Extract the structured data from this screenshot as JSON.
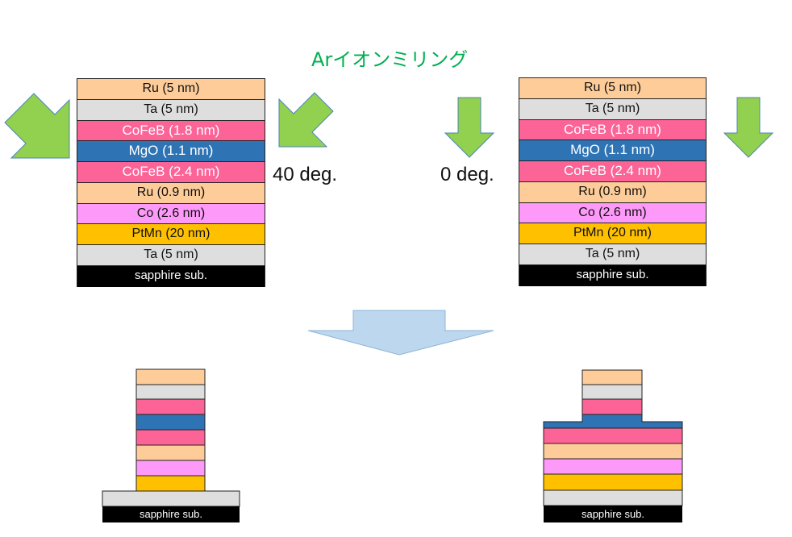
{
  "title": "Arイオンミリング",
  "colors": {
    "ru": "#fdcc99",
    "ta": "#dedede",
    "cofeb": "#fc6396",
    "mgo": "#2e74b5",
    "co": "#fd99f8",
    "ptmn": "#ffc000",
    "sub": "#000000",
    "arrow_green": "#92d050",
    "arrow_green_outline": "#4a86b0",
    "process_arrow": "#bdd7ee",
    "title_green": "#00b050"
  },
  "stack_layers": [
    {
      "label": "Ru (5 nm)",
      "material": "ru"
    },
    {
      "label": "Ta (5 nm)",
      "material": "ta"
    },
    {
      "label": "CoFeB (1.8 nm)",
      "material": "cofeb"
    },
    {
      "label": "MgO (1.1 nm)",
      "material": "mgo"
    },
    {
      "label": "CoFeB (2.4 nm)",
      "material": "cofeb"
    },
    {
      "label": "Ru (0.9 nm)",
      "material": "ru"
    },
    {
      "label": "Co (2.6 nm)",
      "material": "co"
    },
    {
      "label": "PtMn (20 nm)",
      "material": "ptmn"
    },
    {
      "label": "Ta (5 nm)",
      "material": "ta"
    },
    {
      "label": "sapphire sub.",
      "material": "sub"
    }
  ],
  "left": {
    "angle_label": "40 deg.",
    "substrate_label": "sapphire sub."
  },
  "right": {
    "angle_label": "0 deg.",
    "substrate_label": "sapphire sub."
  },
  "icons": {
    "oblique_arrow_left": "arrow-down-right-icon",
    "oblique_arrow_right": "arrow-down-left-icon",
    "vertical_arrow": "arrow-down-icon",
    "process_arrow": "process-down-arrow-icon"
  }
}
